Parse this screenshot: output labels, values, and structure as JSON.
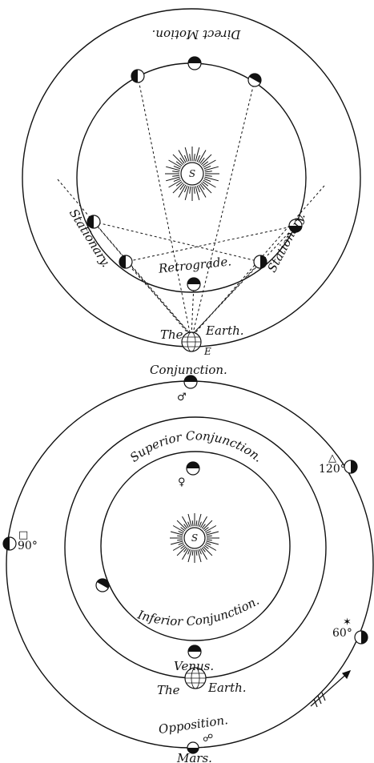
{
  "top_diagram": {
    "direct_motion": "Direct Motion.",
    "stationary_left": "Stationary.",
    "stationary_right": "Stationary.",
    "retrograde": "Retrograde.",
    "the": "The",
    "earth": "Earth.",
    "e_label": "E",
    "sun_label": "S"
  },
  "bottom_diagram": {
    "conjunction": "Conjunction.",
    "mars_symbol": "♂",
    "superior_conjunction": "Superior Conjunction.",
    "venus_symbol": "♀",
    "inferior_conjunction": "Inferior Conjunction.",
    "venus": "Venus.",
    "the": "The",
    "earth": "Earth.",
    "opposition": "Opposition.",
    "opposition_symbol": "☍",
    "mars": "Mars.",
    "sun_label": "S",
    "trine_symbol": "△",
    "trine_deg": "120°",
    "quadrature_symbol": "□",
    "quadrature_deg": "90°",
    "sextile_symbol": "✶",
    "sextile_deg": "60°"
  },
  "colors": {
    "ink": "#111111",
    "paper": "#ffffff"
  }
}
